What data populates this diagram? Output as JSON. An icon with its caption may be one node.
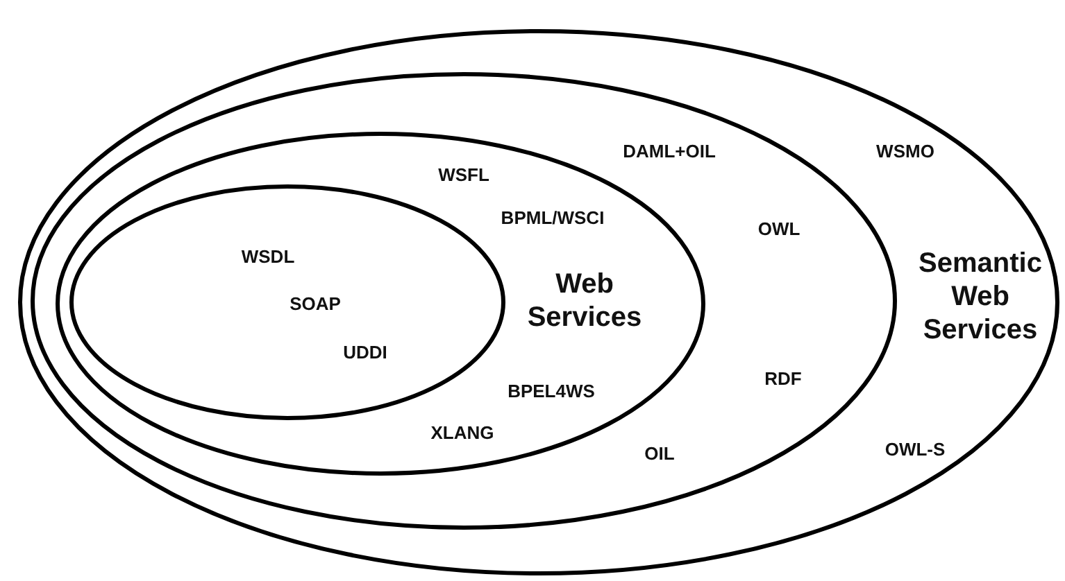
{
  "diagram": {
    "nodes": [
      {
        "text": [
          "WSMO",
          "Semantic Web Services",
          "OWL-S"
        ]
      },
      {
        "text": [
          "DAML+OIL",
          "OWL",
          "RDF",
          "OIL"
        ],
        "in": 0
      },
      {
        "text": [
          "WSFL",
          "BPML/WSCI",
          "Web Services",
          "BPEL4WS",
          "XLANG"
        ],
        "in": 1
      },
      {
        "text": [
          "WSDL",
          "SOAP",
          "UDDI"
        ],
        "in": 2
      }
    ]
  }
}
